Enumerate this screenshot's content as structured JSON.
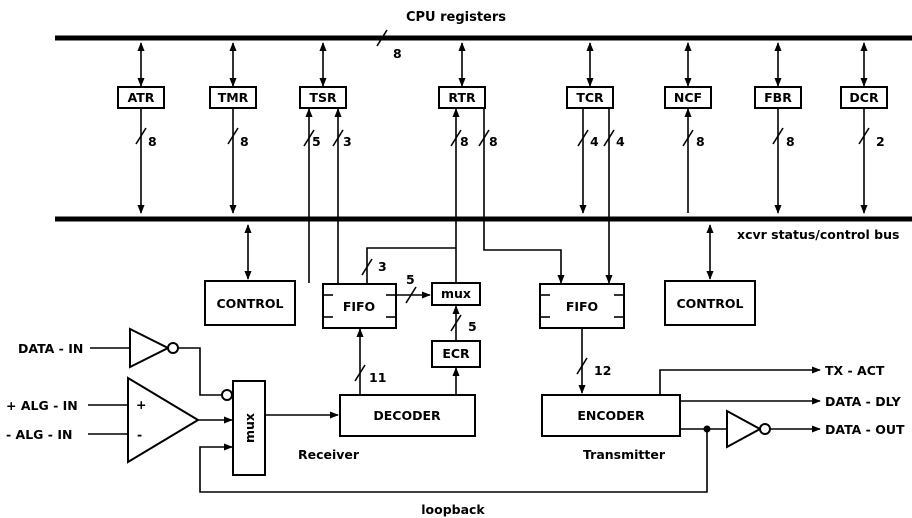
{
  "top_bus": {
    "label": "CPU registers",
    "width": "8"
  },
  "bottom_bus": {
    "label": "xcvr status/control bus"
  },
  "registers": [
    {
      "name": "ATR",
      "width": "8"
    },
    {
      "name": "TMR",
      "width": "8"
    },
    {
      "name": "TSR",
      "width_left": "5",
      "width_right": "3"
    },
    {
      "name": "RTR",
      "width_left": "8",
      "width_right": "8"
    },
    {
      "name": "TCR",
      "width_left": "4",
      "width_right": "4"
    },
    {
      "name": "NCF",
      "width": "8"
    },
    {
      "name": "FBR",
      "width": "8"
    },
    {
      "name": "DCR",
      "width": "2"
    }
  ],
  "blocks": {
    "control_left": "CONTROL",
    "control_right": "CONTROL",
    "fifo_rx": "FIFO",
    "fifo_tx": "FIFO",
    "mux_top": "mux",
    "mux_input": "mux",
    "ecr": "ECR",
    "decoder": "DECODER",
    "encoder": "ENCODER"
  },
  "widths": {
    "fifo_rx_up": "3",
    "fifo_to_mux": "5",
    "ecr_to_mux": "5",
    "decoder_to_fifo": "11",
    "fifo_to_encoder": "12"
  },
  "inputs": {
    "data_in": "DATA - IN",
    "alg_plus": "+ ALG - IN",
    "alg_minus": "- ALG - IN",
    "plus_sign": "+",
    "minus_sign": "-"
  },
  "outputs": {
    "tx_act": "TX - ACT",
    "data_dly": "DATA - DLY",
    "data_out": "DATA - OUT"
  },
  "section_labels": {
    "receiver": "Receiver",
    "transmitter": "Transmitter",
    "loopback": "loopback"
  }
}
